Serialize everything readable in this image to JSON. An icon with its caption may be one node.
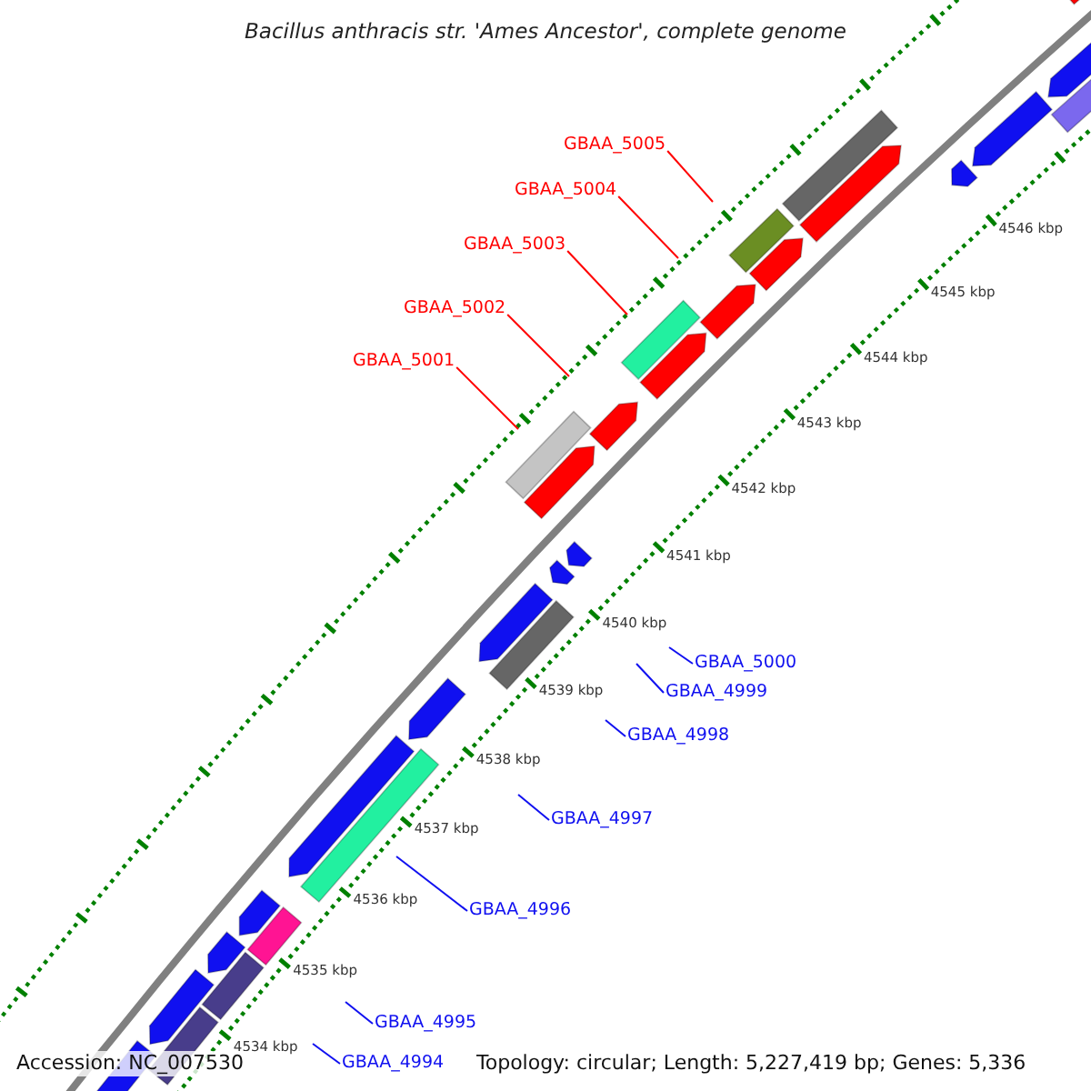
{
  "diagram": {
    "title": "Bacillus anthracis str. 'Ames Ancestor', complete genome",
    "nodes": [
      {
        "text": [
          "GBAA_5005"
        ]
      },
      {
        "text": [
          "GBAA_5004"
        ]
      },
      {
        "text": [
          "GBAA_5003"
        ]
      },
      {
        "text": [
          "GBAA_5002"
        ]
      },
      {
        "text": [
          "GBAA_5001"
        ]
      },
      {
        "text": [
          "GBAA_5000"
        ]
      },
      {
        "text": [
          "GBAA_4999"
        ]
      },
      {
        "text": [
          "GBAA_4998"
        ]
      },
      {
        "text": [
          "GBAA_4997"
        ]
      },
      {
        "text": [
          "GBAA_4996"
        ]
      },
      {
        "text": [
          "GBAA_4995"
        ]
      },
      {
        "text": [
          "GBAA_4994"
        ]
      }
    ],
    "edges": [
      {
        "from": 0,
        "to": null,
        "arrow": "none",
        "color": "#ff0000"
      },
      {
        "from": 1,
        "to": null,
        "arrow": "none",
        "color": "#ff0000"
      },
      {
        "from": 2,
        "to": null,
        "arrow": "none",
        "color": "#ff0000"
      },
      {
        "from": 3,
        "to": null,
        "arrow": "none",
        "color": "#ff0000"
      },
      {
        "from": 4,
        "to": null,
        "arrow": "none",
        "color": "#ff0000"
      },
      {
        "from": 5,
        "to": null,
        "arrow": "none"
      },
      {
        "from": 6,
        "to": null,
        "arrow": "none"
      },
      {
        "from": 7,
        "to": null,
        "arrow": "none"
      },
      {
        "from": 8,
        "to": null,
        "arrow": "none"
      },
      {
        "from": 9,
        "to": null,
        "arrow": "none"
      },
      {
        "from": 10,
        "to": null,
        "arrow": "none"
      },
      {
        "from": 11,
        "to": null,
        "arrow": "none"
      }
    ],
    "labels": [
      "4546 kbp",
      "4545 kbp",
      "4544 kbp",
      "4543 kbp",
      "4542 kbp",
      "4541 kbp",
      "4540 kbp",
      "4539 kbp",
      "4538 kbp",
      "4537 kbp",
      "4536 kbp",
      "4535 kbp",
      "4534 kbp",
      "Accession: NC_007530",
      "Topology: circular; Length: 5,227,419 bp; Genes: 5,336"
    ]
  }
}
